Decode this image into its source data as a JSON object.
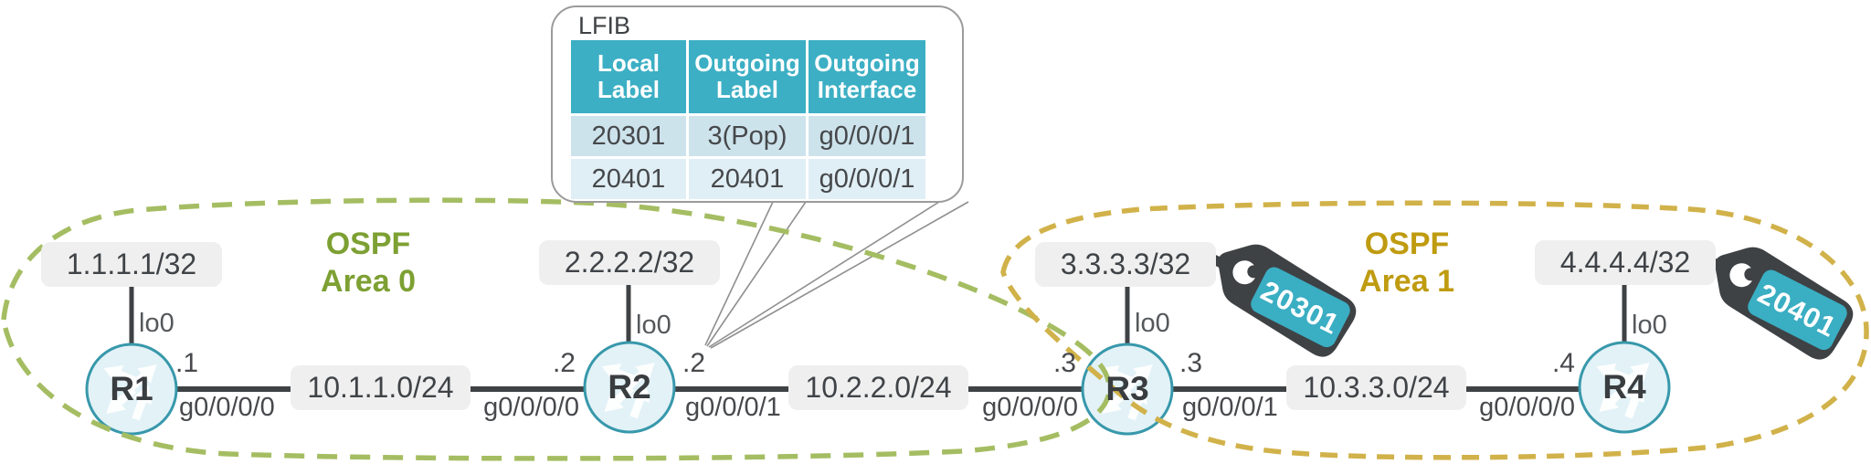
{
  "callout": {
    "title": "LFIB",
    "headers": [
      "Local Label",
      "Outgoing Label",
      "Outgoing Interface"
    ],
    "rows": [
      [
        "20301",
        "3(Pop)",
        "g0/0/0/1"
      ],
      [
        "20401",
        "20401",
        "g0/0/0/1"
      ]
    ]
  },
  "areas": [
    {
      "title": "OSPF",
      "subtitle": "Area 0"
    },
    {
      "title": "OSPF",
      "subtitle": "Area 1"
    }
  ],
  "routers": [
    {
      "name": "R1",
      "loopback": "1.1.1.1/32",
      "loopback_if": "lo0"
    },
    {
      "name": "R2",
      "loopback": "2.2.2.2/32",
      "loopback_if": "lo0"
    },
    {
      "name": "R3",
      "loopback": "3.3.3.3/32",
      "loopback_if": "lo0"
    },
    {
      "name": "R4",
      "loopback": "4.4.4.4/32",
      "loopback_if": "lo0"
    }
  ],
  "links": [
    {
      "network": "10.1.1.0/24",
      "left_addr": ".1",
      "left_if": "g0/0/0/0",
      "right_addr": ".2",
      "right_if": "g0/0/0/0"
    },
    {
      "network": "10.2.2.0/24",
      "left_addr": ".2",
      "left_if": "g0/0/0/1",
      "right_addr": ".3",
      "right_if": "g0/0/0/0"
    },
    {
      "network": "10.3.3.0/24",
      "left_addr": ".3",
      "left_if": "g0/0/0/1",
      "right_addr": ".4",
      "right_if": "g0/0/0/0"
    }
  ],
  "tags": [
    {
      "value": "20301"
    },
    {
      "value": "20401"
    }
  ],
  "colors": {
    "area0_text": "#7da033",
    "area0_dash": "#a5bd62",
    "area1_text": "#bf9b10",
    "area1_dash": "#d1b24a",
    "table_header": "#3cafc4",
    "table_row_odd": "#cde3ec",
    "table_row_even": "#e0eff5",
    "tag_body": "#3e4245",
    "tag_plate": "#3aaec3",
    "router_fill": "#e2f2f7",
    "router_stroke": "#3898ab",
    "line": "#3f4245",
    "label_bg": "#efefef"
  }
}
